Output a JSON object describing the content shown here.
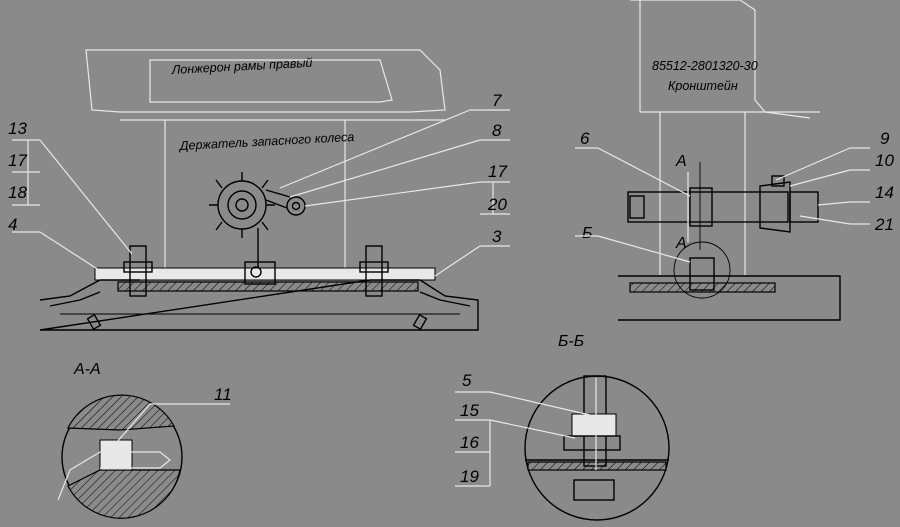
{
  "captions": {
    "frame_rail": "Лонжерон рамы правый",
    "spare_holder": "Держатель запасного колеса",
    "bracket_code": "85512-2801320-30",
    "bracket_name": "Кронштейн"
  },
  "sections": {
    "aa": "А-А",
    "bb": "Б-Б",
    "cut_a_top": "А",
    "cut_a_bottom": "А",
    "cut_b": "Б"
  },
  "callouts": {
    "c13": "13",
    "c17a": "17",
    "c18": "18",
    "c4": "4",
    "c7": "7",
    "c8": "8",
    "c17b": "17",
    "c20": "20",
    "c3": "3",
    "c6": "6",
    "c9": "9",
    "c10": "10",
    "c14": "14",
    "c21": "21",
    "c11": "11",
    "c5": "5",
    "c15": "15",
    "c16": "16",
    "c19": "19"
  }
}
